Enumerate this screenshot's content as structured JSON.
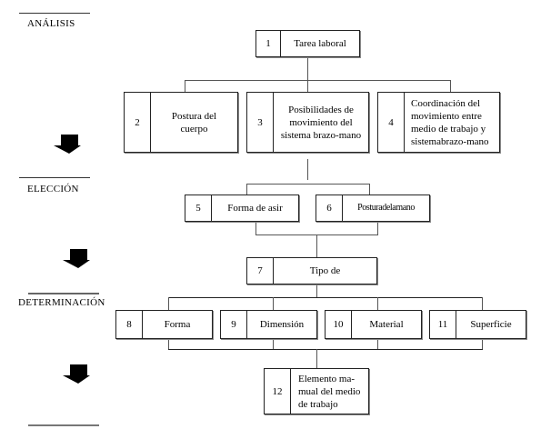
{
  "stages": [
    {
      "id": "analisis",
      "label": "ANÁLISIS"
    },
    {
      "id": "eleccion",
      "label": "ELECCIÓN"
    },
    {
      "id": "determinacion",
      "label": "DETERMINACIÓN"
    }
  ],
  "boxes": [
    {
      "num": "1",
      "label": "Tarea laboral"
    },
    {
      "num": "2",
      "label": "Postura del cuerpo"
    },
    {
      "num": "3",
      "label": "Posibilidades de movimiento del sistema brazo-mano"
    },
    {
      "num": "4",
      "label": "Coordinación del movimiento entre medio de trabajo y sistemabrazo-mano"
    },
    {
      "num": "5",
      "label": "Forma de asir"
    },
    {
      "num": "6",
      "label": "Posturadelamano"
    },
    {
      "num": "7",
      "label": "Tipo de"
    },
    {
      "num": "8",
      "label": "Forma"
    },
    {
      "num": "9",
      "label": "Dimensión"
    },
    {
      "num": "10",
      "label": "Material"
    },
    {
      "num": "11",
      "label": "Superficie"
    },
    {
      "num": "12",
      "label": "Elemento ma-mual del medio de trabajo"
    }
  ],
  "icons": {
    "arrow": "down-arrow-icon"
  }
}
